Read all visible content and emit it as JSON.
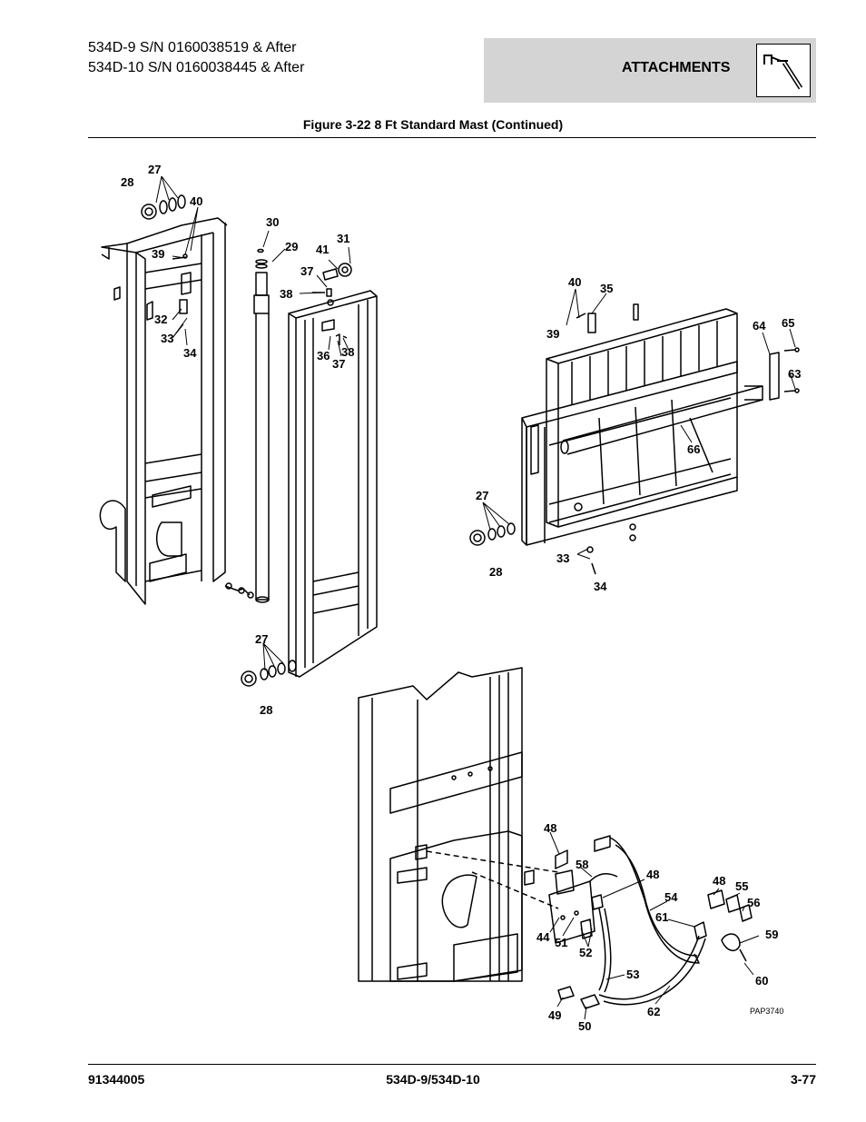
{
  "header": {
    "line1": "534D-9 S/N 0160038519 & After",
    "line2": "534D-10 S/N 0160038445 & After",
    "section": "ATTACHMENTS",
    "section_icon": "mast-attachment-icon"
  },
  "figure": {
    "title": "Figure 3-22 8 Ft Standard Mast (Continued)",
    "ref": "PAP3740"
  },
  "callouts": [
    "28",
    "27",
    "40",
    "39",
    "30",
    "29",
    "41",
    "31",
    "37",
    "38",
    "32",
    "33",
    "34",
    "36",
    "37",
    "38",
    "40",
    "35",
    "39",
    "64",
    "65",
    "63",
    "66",
    "27",
    "28",
    "33",
    "34",
    "27",
    "28",
    "48",
    "58",
    "48",
    "54",
    "48",
    "55",
    "56",
    "61",
    "59",
    "44",
    "51",
    "52",
    "60",
    "53",
    "49",
    "50",
    "62"
  ],
  "footer": {
    "left": "91344005",
    "center": "534D-9/534D-10",
    "right": "3-77"
  }
}
